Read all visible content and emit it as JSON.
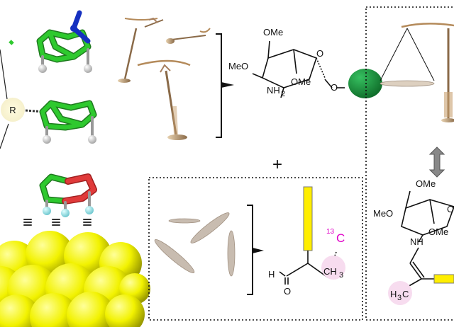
{
  "colors": {
    "carbon": "#2ec92e",
    "nitrogen": "#1530c0",
    "oxygen": "#e03a3a",
    "hydrogen": "#d8d8d8",
    "surface": "#f2f200",
    "bead": "#1a8f3a",
    "tag": "#ffee00",
    "label13C": "#e000c8",
    "highlight": "#f7dcef",
    "bronze": "#b48a5a"
  },
  "labels": {
    "r_group": "R",
    "plus": "+",
    "ome_top": "OMe",
    "meo_left": "MeO",
    "nh2": "NH",
    "nh2_sub": "2",
    "ome_ring": "OMe",
    "anomeric_o": "O",
    "ring_o": "O",
    "c13_sup": "13",
    "c13_el": "C",
    "aldehyde_h": "H",
    "aldehyde_o": "O",
    "methyl": "CH",
    "methyl_sub": "3",
    "ome_top_right": "OMe",
    "meo_right": "MeO",
    "nh_right": "NH",
    "ome_ring_right": "OMe",
    "ring_o_right": "O",
    "h3c": "H",
    "h3c_sub": "3",
    "h3c_c": "C"
  },
  "icons": [
    "double-arrow-icon",
    "bracket-icon",
    "balance-scale-icon"
  ]
}
